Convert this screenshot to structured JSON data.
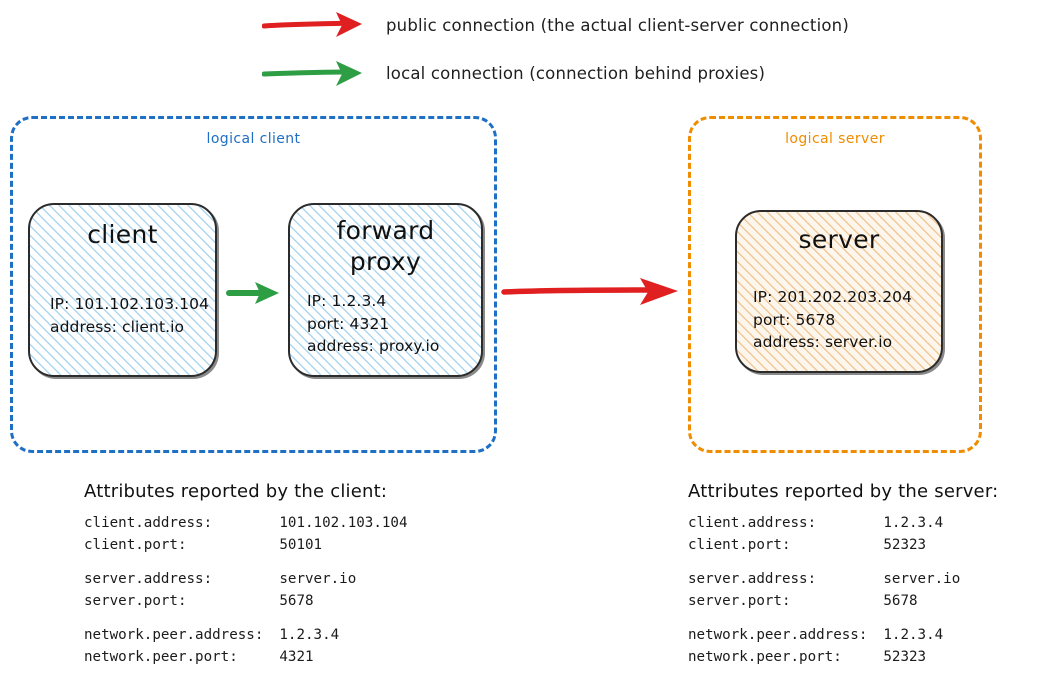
{
  "legend": {
    "items": [
      {
        "icon": "red-arrow-icon",
        "color": "#e02020",
        "label": "public connection (the actual client-server connection)"
      },
      {
        "icon": "green-arrow-icon",
        "color": "#2e9e45",
        "label": "local connection (connection behind proxies)"
      }
    ]
  },
  "diagram": {
    "client_group": {
      "label": "logical client",
      "color": "#1f6fc4",
      "nodes": [
        {
          "name": "client",
          "title": "client",
          "lines": [
            "IP: 101.102.103.104",
            "address: client.io"
          ]
        },
        {
          "name": "forward-proxy",
          "title": "forward\nproxy",
          "lines": [
            "IP: 1.2.3.4",
            "port: 4321",
            "address: proxy.io"
          ]
        }
      ]
    },
    "server_group": {
      "label": "logical server",
      "color": "#f08c00",
      "nodes": [
        {
          "name": "server",
          "title": "server",
          "lines": [
            "IP: 201.202.203.204",
            "port: 5678",
            "address: server.io"
          ]
        }
      ]
    },
    "connectors": [
      {
        "name": "client-to-proxy-arrow",
        "type": "local",
        "color": "#2e9e45",
        "from": "client",
        "to": "forward proxy"
      },
      {
        "name": "proxy-to-server-arrow",
        "type": "public",
        "color": "#e02020",
        "from": "forward proxy",
        "to": "server"
      }
    ]
  },
  "client_attributes": {
    "heading": "Attributes reported by the client:",
    "rows": [
      {
        "key": "client.address:",
        "value": "101.102.103.104"
      },
      {
        "key": "client.port:",
        "value": "50101"
      },
      {
        "key": "",
        "value": ""
      },
      {
        "key": "server.address:",
        "value": "server.io"
      },
      {
        "key": "server.port:",
        "value": "5678"
      },
      {
        "key": "",
        "value": ""
      },
      {
        "key": "network.peer.address:",
        "value": "1.2.3.4"
      },
      {
        "key": "network.peer.port:",
        "value": "4321"
      }
    ]
  },
  "server_attributes": {
    "heading": "Attributes reported by the server:",
    "rows": [
      {
        "key": "client.address:",
        "value": "1.2.3.4"
      },
      {
        "key": "client.port:",
        "value": "52323"
      },
      {
        "key": "",
        "value": ""
      },
      {
        "key": "server.address:",
        "value": "server.io"
      },
      {
        "key": "server.port:",
        "value": "5678"
      },
      {
        "key": "",
        "value": ""
      },
      {
        "key": "network.peer.address:",
        "value": "1.2.3.4"
      },
      {
        "key": "network.peer.port:",
        "value": "52323"
      }
    ]
  }
}
